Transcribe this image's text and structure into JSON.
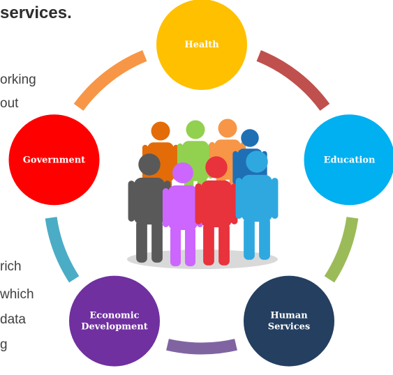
{
  "text_fragments": {
    "heading": "services.",
    "line1": "orking",
    "line2": "out",
    "line3": "rich",
    "line4": "which",
    "line5": "data",
    "line6": "g"
  },
  "nodes": [
    {
      "id": "health",
      "lines": [
        "Health"
      ],
      "color": "#FFC000"
    },
    {
      "id": "education",
      "lines": [
        "Education"
      ],
      "color": "#00B0F0"
    },
    {
      "id": "human-services",
      "lines": [
        "Human",
        "Services"
      ],
      "color": "#243F60"
    },
    {
      "id": "economic-development",
      "lines": [
        "Economic",
        "Development"
      ],
      "color": "#7030A0"
    },
    {
      "id": "government",
      "lines": [
        "Government"
      ],
      "color": "#FF0000"
    }
  ],
  "connector_colors": [
    "#C0504D",
    "#9BBB59",
    "#8064A2",
    "#4BACC6",
    "#F79646"
  ],
  "people_colors": [
    "#E36C09",
    "#92D050",
    "#F79646",
    "#1F6FB5",
    "#595959",
    "#CC66FF",
    "#E8323C",
    "#2FA8E0"
  ]
}
